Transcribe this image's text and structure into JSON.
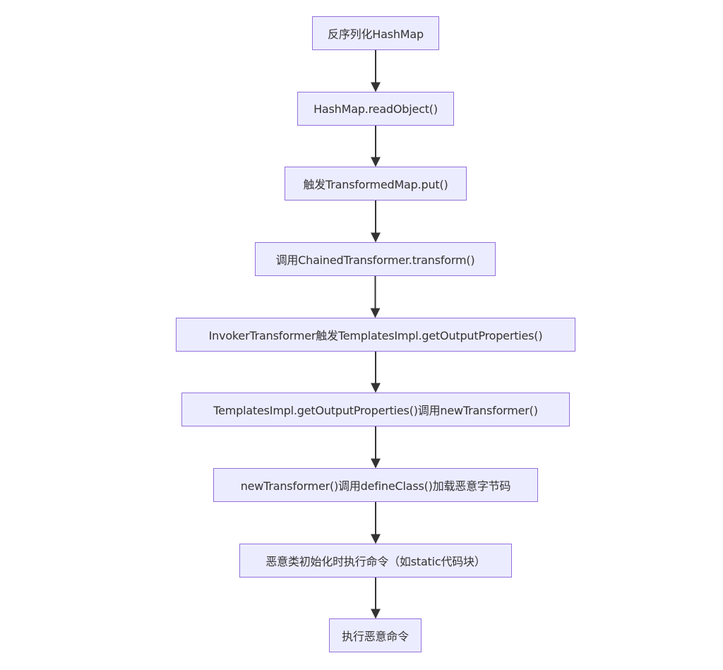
{
  "diagram": {
    "nodes": [
      {
        "id": "n1",
        "label": "反序列化HashMap"
      },
      {
        "id": "n2",
        "label": "HashMap.readObject()"
      },
      {
        "id": "n3",
        "label": "触发TransformedMap.put()"
      },
      {
        "id": "n4",
        "label": "调用ChainedTransformer.transform()"
      },
      {
        "id": "n5",
        "label": "InvokerTransformer触发TemplatesImpl.getOutputProperties()"
      },
      {
        "id": "n6",
        "label": "TemplatesImpl.getOutputProperties()调用newTransformer()"
      },
      {
        "id": "n7",
        "label": "newTransformer()调用defineClass()加载恶意字节码"
      },
      {
        "id": "n8",
        "label": "恶意类初始化时执行命令（如static代码块）"
      },
      {
        "id": "n9",
        "label": "执行恶意命令"
      }
    ],
    "edges": [
      {
        "from": "n1",
        "to": "n2"
      },
      {
        "from": "n2",
        "to": "n3"
      },
      {
        "from": "n3",
        "to": "n4"
      },
      {
        "from": "n4",
        "to": "n5"
      },
      {
        "from": "n5",
        "to": "n6"
      },
      {
        "from": "n6",
        "to": "n7"
      },
      {
        "from": "n7",
        "to": "n8"
      },
      {
        "from": "n8",
        "to": "n9"
      }
    ],
    "colors": {
      "node_fill": "#ececff",
      "node_border": "#9370db",
      "edge": "#333333",
      "text": "#333333"
    }
  }
}
